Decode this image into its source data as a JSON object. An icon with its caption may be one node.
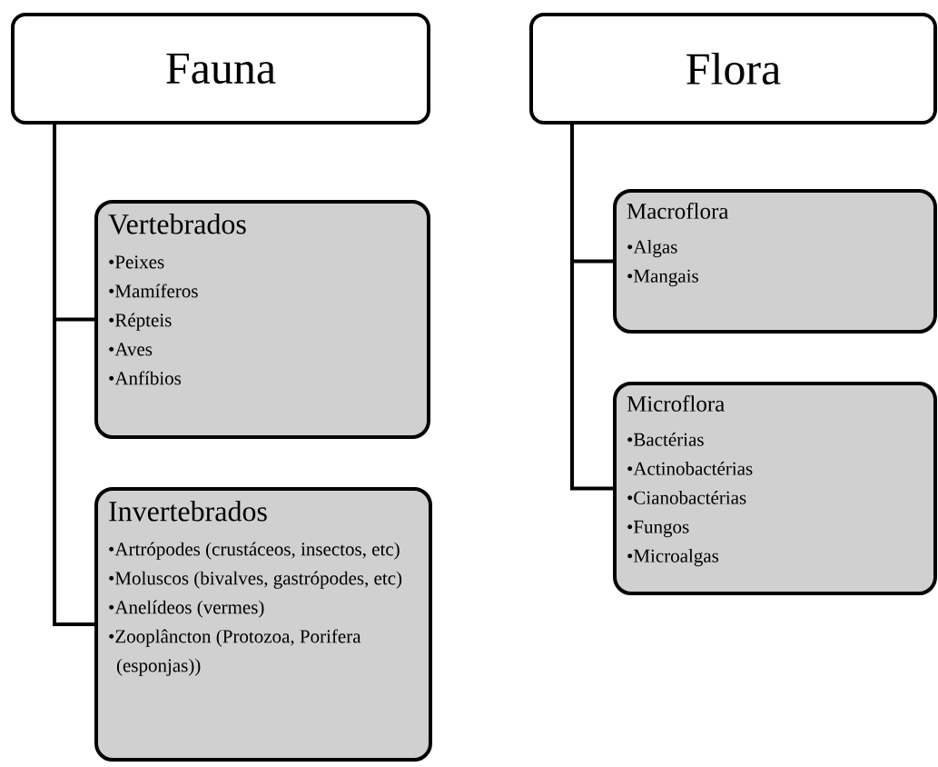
{
  "diagram": {
    "nodes": [
      {
        "text": [
          "Fauna"
        ]
      },
      {
        "text": [
          "Vertebrados",
          "•Peixes",
          "•Mamíferos",
          "•Répteis",
          "•Aves",
          "•Anfíbios"
        ]
      },
      {
        "text": [
          "Invertebrados",
          "•Artrópodes (crustáceos, insectos, etc)",
          "•Moluscos (bivalves, gastrópodes, etc)",
          "•Anelídeos (vermes)",
          "•Zooplâncton (Protozoa, Porifera (esponjas))"
        ]
      },
      {
        "text": [
          "Flora"
        ]
      },
      {
        "text": [
          "Macroflora",
          "•Algas",
          "•Mangais"
        ]
      },
      {
        "text": [
          "Microflora",
          "•Bactérias",
          "•Actinobactérias",
          "•Cianobactérias",
          "•Fungos",
          "•Microalgas"
        ]
      }
    ],
    "edges": [
      {
        "from": 0,
        "to": 1,
        "arrow": "none"
      },
      {
        "from": 0,
        "to": 2,
        "arrow": "none"
      },
      {
        "from": 3,
        "to": 4,
        "arrow": "none"
      },
      {
        "from": 3,
        "to": 5,
        "arrow": "none"
      }
    ]
  }
}
